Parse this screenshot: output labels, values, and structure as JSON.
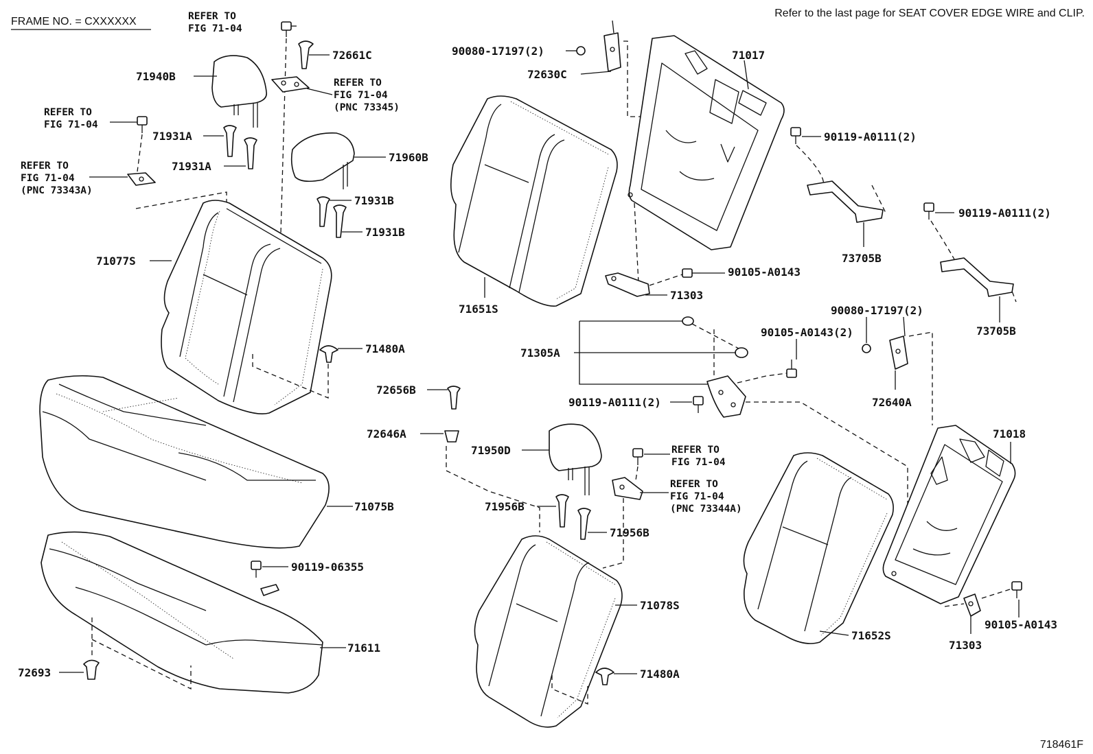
{
  "header": {
    "frame_no": "FRAME NO. = CXXXXXX",
    "note": "Refer to the last page for SEAT COVER EDGE WIRE and CLIP.",
    "figure_id": "718461F"
  },
  "parts": {
    "p71940B": "71940B",
    "p72661C": "72661C",
    "p71931A_1": "71931A",
    "p71931A_2": "71931A",
    "p71960B": "71960B",
    "p71931B_1": "71931B",
    "p71931B_2": "71931B",
    "p71077S": "71077S",
    "p71480A_1": "71480A",
    "p72656B": "72656B",
    "p72646A": "72646A",
    "p71075B": "71075B",
    "p90119_06355": "90119-06355",
    "p71611": "71611",
    "p72693": "72693",
    "p90080_17197_1": "90080-17197(2)",
    "p72630C": "72630C",
    "p71017": "71017",
    "p71651S": "71651S",
    "p90119_A0111_1": "90119-A0111(2)",
    "p90119_A0111_2": "90119-A0111(2)",
    "p73705B_1": "73705B",
    "p73705B_2": "73705B",
    "p90105_A0143_1": "90105-A0143",
    "p71303_1": "71303",
    "p90080_17197_2": "90080-17197(2)",
    "p90105_A0143_2": "90105-A0143(2)",
    "p71305A": "71305A",
    "p72640A": "72640A",
    "p90119_A0111_3": "90119-A0111(2)",
    "p71018": "71018",
    "p71950D": "71950D",
    "p71956B_1": "71956B",
    "p71956B_2": "71956B",
    "p71078S": "71078S",
    "p71480A_2": "71480A",
    "p71652S": "71652S",
    "p71303_2": "71303",
    "p90105_A0143_3": "90105-A0143"
  },
  "refs": {
    "r1": [
      "REFER TO",
      "FIG 71-04"
    ],
    "r2": [
      "REFER TO",
      "FIG 71-04",
      "(PNC 73345)"
    ],
    "r3": [
      "REFER TO",
      "FIG 71-04"
    ],
    "r4": [
      "REFER TO",
      "FIG 71-04",
      "(PNC 73343A)"
    ],
    "r5": [
      "REFER TO",
      "FIG 71-04"
    ],
    "r6": [
      "REFER TO",
      "FIG 71-04",
      "(PNC 73344A)"
    ]
  }
}
